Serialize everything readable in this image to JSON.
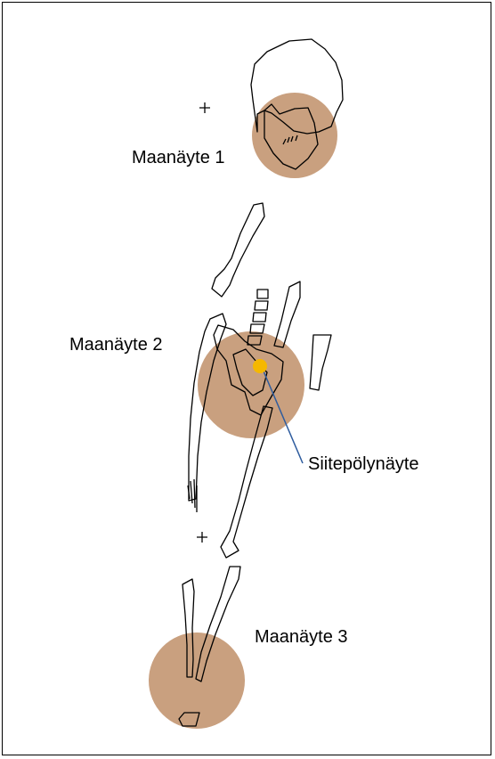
{
  "labels": {
    "sample_1": "Maanäyte 1",
    "sample_2": "Maanäyte 2",
    "sample_3": "Maanäyte 3",
    "pollen_sample": "Siitepölynäyte"
  },
  "colors": {
    "sample_circle": "#c9a07f",
    "pollen_dot": "#f5b800",
    "leader_line": "#2e5c9e",
    "outline": "#000000"
  }
}
